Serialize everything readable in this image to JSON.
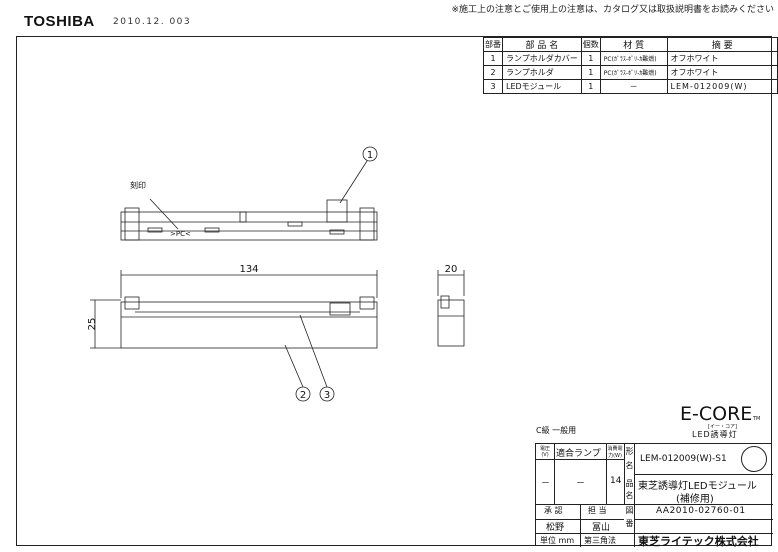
{
  "header": {
    "brand": "TOSHIBA",
    "date": "2010.12. 003",
    "notice": "※施工上の注意とご使用上の注意は、カタログ又は取扱説明書をお読みください"
  },
  "parts_table": {
    "headers": [
      "部番",
      "部 品 名",
      "個数",
      "材 質",
      "摘 要"
    ],
    "rows": [
      [
        "1",
        "ランプホルダカバー",
        "1",
        "PC(ｶﾞﾗｽ-ﾎﾟﾘ-ｶ難燃)",
        "オフホワイト"
      ],
      [
        "2",
        "ランプホルダ",
        "1",
        "PC(ｶﾞﾗｽ-ﾎﾟﾘ-ｶ難燃)",
        "オフホワイト"
      ],
      [
        "3",
        "LEDモジュール",
        "1",
        "－",
        "LEM-012009(W)"
      ]
    ]
  },
  "drawing": {
    "callouts": [
      "1",
      "2",
      "3"
    ],
    "engrave_label": "刻印",
    "engrave_mark": ">PC<",
    "dim_length": "134",
    "dim_height": "25",
    "dim_depth": "20"
  },
  "logo": {
    "name": "E-CORE",
    "tm": "TM",
    "reading": "[イー・コア]",
    "subtitle": "LED誘導灯"
  },
  "title_block": {
    "category": "C級 一般用",
    "lamp_label": "適合ランプ",
    "col_small_1": "電圧(V)",
    "col_small_2": "消費電力(W)",
    "lamp_value": "－",
    "dash_left": "－",
    "number_14": "14",
    "model_label_chars": [
      "形",
      "名"
    ],
    "model": "LEM-012009(W)-S1",
    "product_label_chars": [
      "品",
      "名"
    ],
    "product_name_1": "東芝誘導灯LEDモジュール",
    "product_name_2": "(補修用)",
    "drawing_label_chars": [
      "図",
      "番"
    ],
    "drawing_number": "AA2010-02760-01",
    "approved_label": "承 認",
    "approved_name": "松野",
    "charge_label": "担 当",
    "charge_name": "冨山",
    "unit_label": "単位 mm",
    "projection_label": "第三角法",
    "company": "東芝ライテック株式会社"
  }
}
